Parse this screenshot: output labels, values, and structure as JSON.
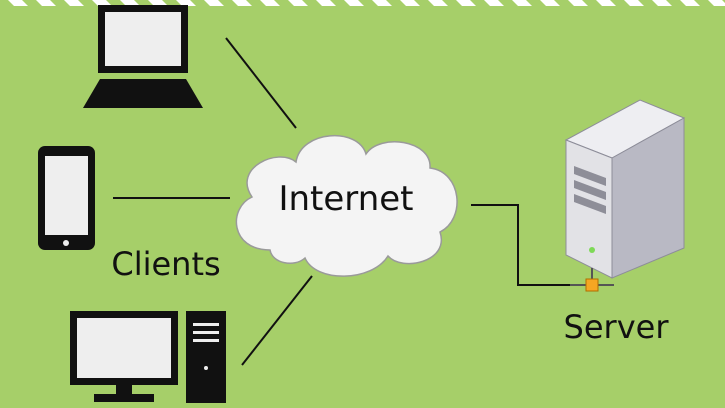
{
  "diagram": {
    "cloud_label": "Internet",
    "clients_label": "Clients",
    "server_label": "Server"
  },
  "colors": {
    "background": "#a6cf69",
    "stripe": "#ffffff",
    "device": "#111111",
    "screen": "#eeeeee",
    "cloud_fill": "#f4f4f4",
    "cloud_stroke": "#9a9a9a",
    "connector": "#111111",
    "server_body": "#e2e2e6",
    "server_side": "#b9b9c4",
    "port": "#f5a623",
    "led": "#7ed957"
  },
  "icons": [
    "laptop-icon",
    "smartphone-icon",
    "desktop-computer-icon",
    "cloud-icon",
    "server-tower-icon",
    "network-port-icon"
  ]
}
